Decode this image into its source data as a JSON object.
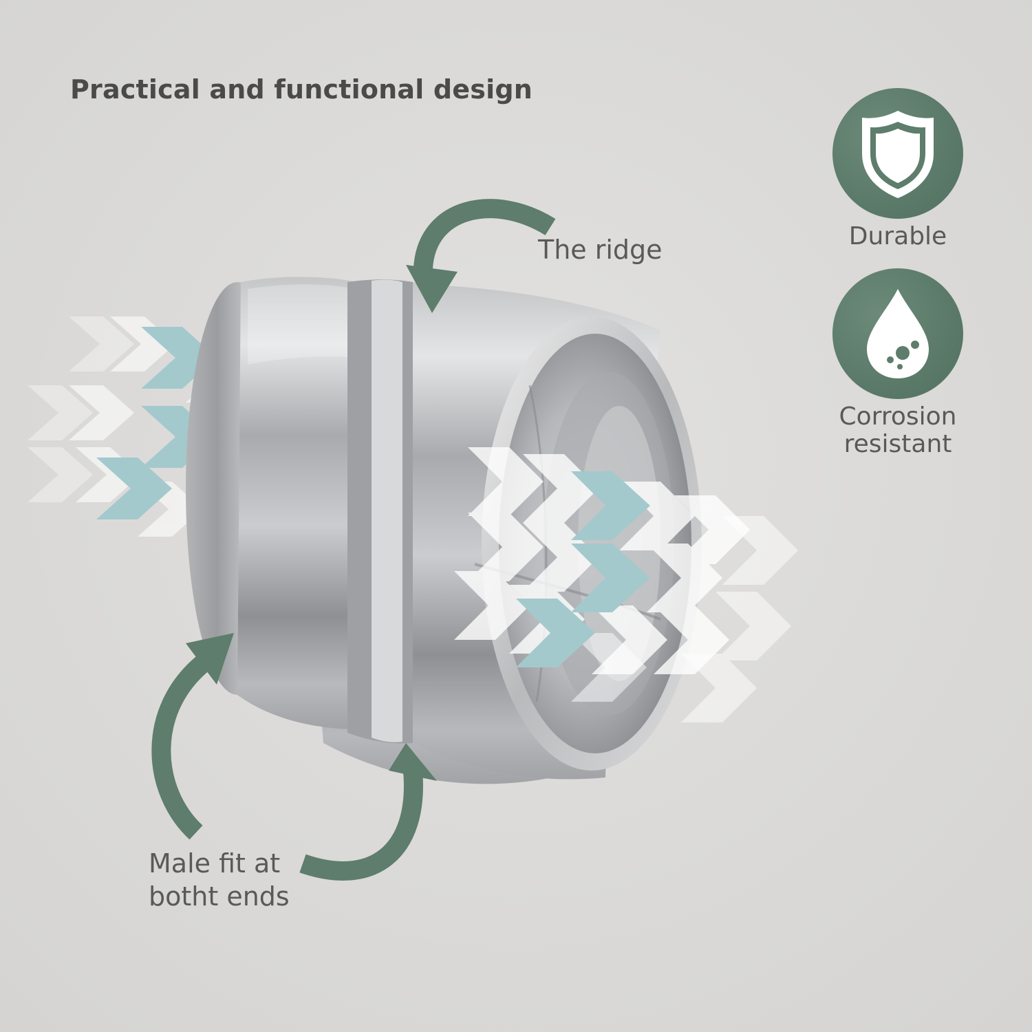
{
  "heading": "Practical and functional design",
  "callouts": {
    "ridge_label": "The ridge",
    "male_fit_lines": [
      "Male fit at",
      "botht ends"
    ]
  },
  "features": [
    {
      "icon": "shield-icon",
      "lines": [
        "Durable"
      ]
    },
    {
      "icon": "water-drop-icon",
      "lines": [
        "Corrosion",
        "resistant"
      ]
    }
  ],
  "colors": {
    "background": "#dcdbd9",
    "accent_green": "#5e7d6c",
    "arrow_teal": "#a3c9cd",
    "text_dark": "#4b4a4a",
    "text_gray": "#5a5959"
  }
}
